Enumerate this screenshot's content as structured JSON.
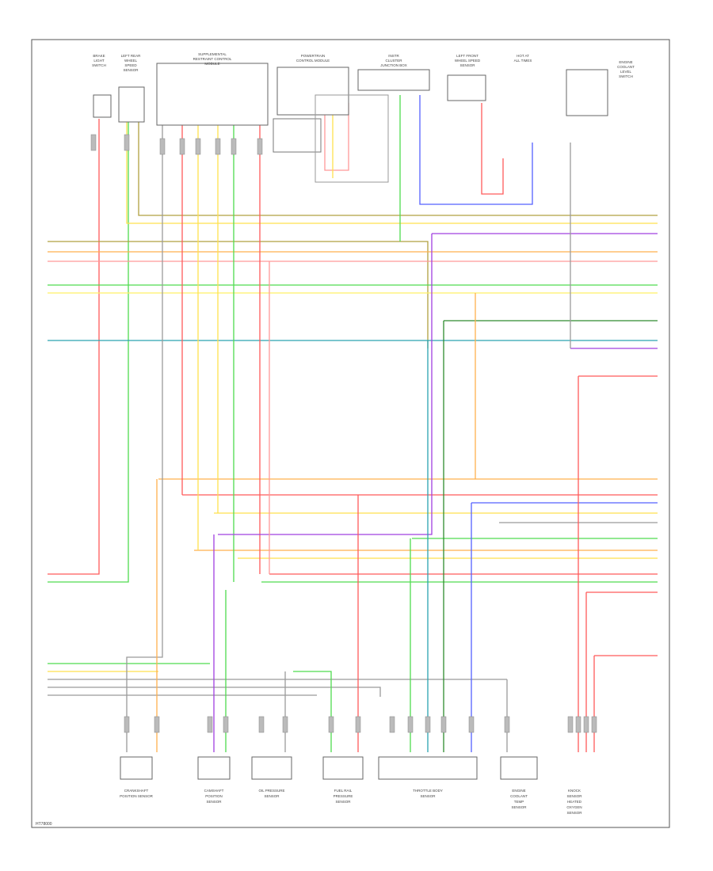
{
  "diagram": {
    "footer_code": "HT78000",
    "components_top": [
      {
        "id": "c1",
        "lines": [
          "BRAKE",
          "LIGHT",
          "SWITCH"
        ]
      },
      {
        "id": "c2",
        "lines": [
          "LEFT REAR",
          "WHEEL",
          "SPEED",
          "SENSOR"
        ]
      },
      {
        "id": "c3",
        "lines": [
          "SUPPLEMENTAL",
          "RESTRAINT CONTROL",
          "MODULE"
        ]
      },
      {
        "id": "c4",
        "lines": [
          "POWERTRAIN",
          "CONTROL MODULE"
        ]
      },
      {
        "id": "c5",
        "lines": [
          "INSTR",
          "CLUSTER",
          "JUNCTION BOX"
        ]
      },
      {
        "id": "c6",
        "lines": [
          "LEFT FRONT",
          "WHEEL SPEED",
          "SENSOR"
        ]
      },
      {
        "id": "c7",
        "lines": [
          "HOT AT",
          "ALL TIMES"
        ]
      },
      {
        "id": "c8",
        "lines": [
          "ENGINE",
          "COOLANT",
          "LEVEL",
          "SWITCH"
        ]
      }
    ],
    "components_bottom": [
      {
        "id": "b1",
        "lines": [
          "CRANKSHAFT",
          "POSITION SENSOR"
        ]
      },
      {
        "id": "b2",
        "lines": [
          "CAMSHAFT",
          "POSITION",
          "SENSOR"
        ]
      },
      {
        "id": "b3",
        "lines": [
          "OIL PRESSURE",
          "SENSOR"
        ]
      },
      {
        "id": "b4",
        "lines": [
          "FUEL RAIL",
          "PRESSURE",
          "SENSOR"
        ]
      },
      {
        "id": "b5",
        "lines": [
          "THROTTLE BODY",
          "SENSOR"
        ]
      },
      {
        "id": "b6",
        "lines": [
          "ENGINE",
          "COOLANT",
          "TEMP",
          "SENSOR"
        ]
      },
      {
        "id": "b7",
        "lines": [
          "KNOCK",
          "SENSOR",
          "HEATED",
          "OXYGEN",
          "SENSOR"
        ]
      }
    ],
    "wire_colors": {
      "red": "#ff5a5a",
      "pink": "#ff9999",
      "yellow": "#ffe14d",
      "lightyellow": "#fff066",
      "green": "#4fdc4f",
      "darkgreen": "#2e8b2e",
      "orange": "#ffb04d",
      "purple": "#a040e0",
      "blue": "#5560ff",
      "teal": "#2aa3b0",
      "olive": "#b0a040",
      "gray": "#9a9a9a",
      "black": "#333333"
    }
  }
}
